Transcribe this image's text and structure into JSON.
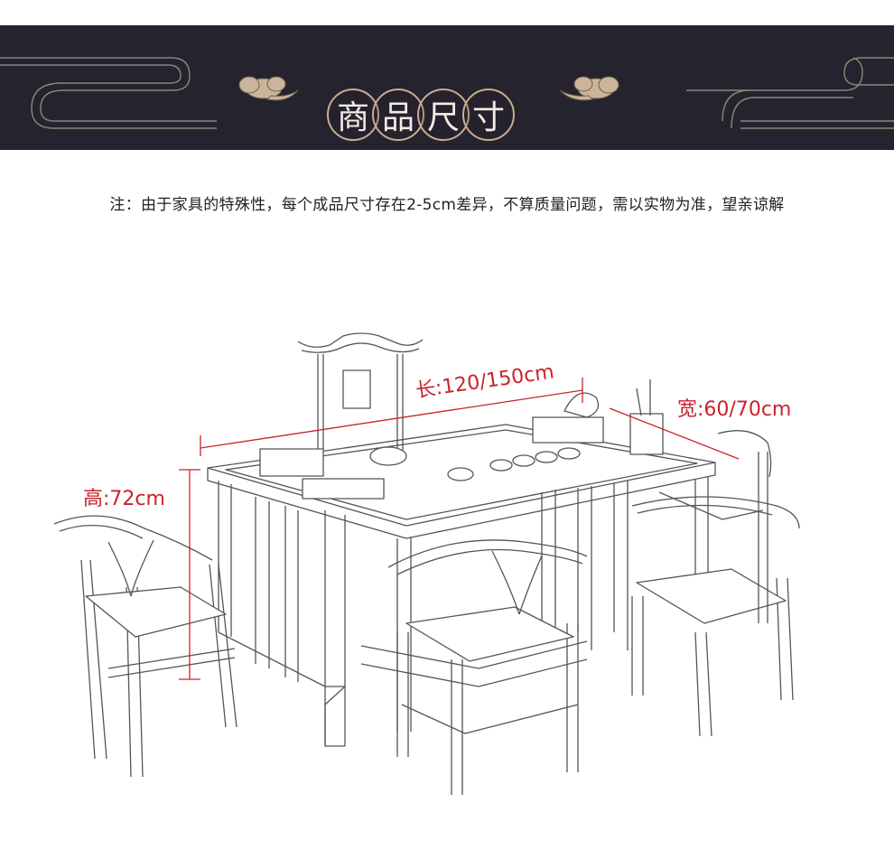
{
  "banner": {
    "title_chars": [
      "商",
      "品",
      "尺",
      "寸"
    ],
    "colors": {
      "background": "#25232e",
      "accent": "#c9ad8e",
      "cloud": "#cbb59a"
    }
  },
  "note": {
    "text": "注：由于家具的特殊性，每个成品尺寸存在2-5cm差异，不算质量问题，需以实物为准，望亲谅解"
  },
  "dimensions": {
    "length": "长:120/150cm",
    "width": "宽:60/70cm",
    "height": "高:72cm",
    "color": "#c8232c"
  },
  "product_image": {
    "icon": "tea-table-set-sketch"
  }
}
